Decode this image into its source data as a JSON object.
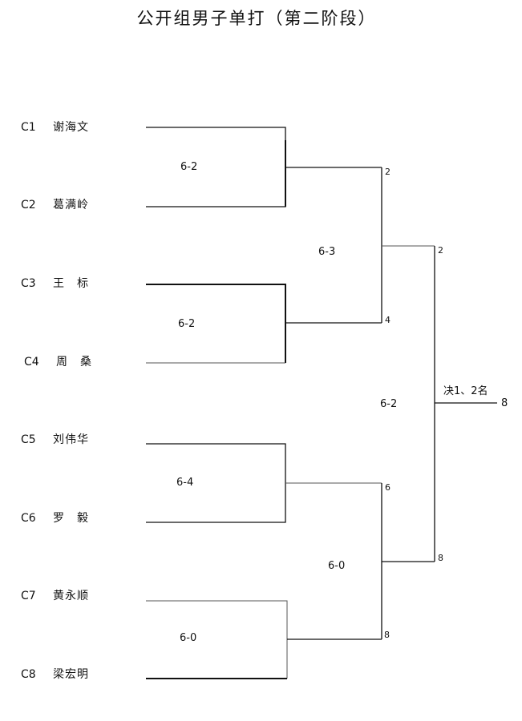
{
  "title": "公开组男子单打（第二阶段）",
  "players": [
    {
      "seed": "C1",
      "name": "谢海文"
    },
    {
      "seed": "C2",
      "name": "葛满岭"
    },
    {
      "seed": "C3",
      "name": "王　标"
    },
    {
      "seed": "C4",
      "name": "周　桑"
    },
    {
      "seed": "C5",
      "name": "刘伟华"
    },
    {
      "seed": "C6",
      "name": "罗　毅"
    },
    {
      "seed": "C7",
      "name": "黄永顺"
    },
    {
      "seed": "C8",
      "name": "梁宏明"
    }
  ],
  "round1": [
    {
      "score": "6-2",
      "winner": "2"
    },
    {
      "score": "6-2",
      "winner": "4"
    },
    {
      "score": "6-4",
      "winner": "6"
    },
    {
      "score": "6-0",
      "winner": "8"
    }
  ],
  "round2": [
    {
      "score": "6-3",
      "winner": "2"
    },
    {
      "score": "6-0",
      "winner": "8"
    }
  ],
  "final": {
    "score": "6-2",
    "label": "决1、2名",
    "winner": "8"
  }
}
